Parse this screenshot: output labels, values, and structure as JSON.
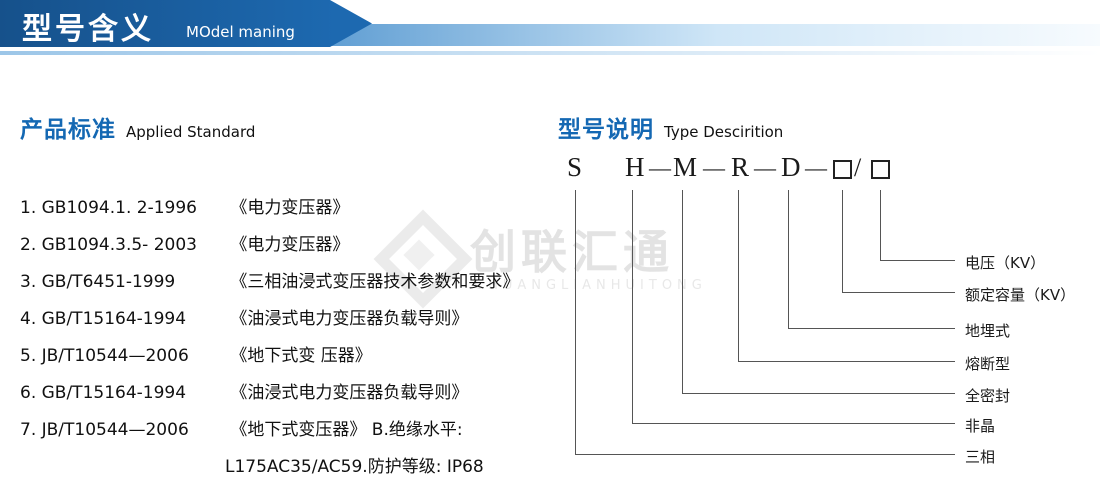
{
  "banner": {
    "title": "型号含义",
    "subtitle": "MOdel maning"
  },
  "watermark": {
    "name": "创联汇通",
    "caption": "CHUANGLIANHUITONG"
  },
  "standards": {
    "heading_zh": "产品标准",
    "heading_en": "Applied Standard",
    "items": [
      {
        "prefix": "1. GB1094.1. 2-1996",
        "title": "《电力变压器》"
      },
      {
        "prefix": "2. GB1094.3.5- 2003",
        "title": "《电力变压器》"
      },
      {
        "prefix": "3. GB/T6451-1999",
        "title": "《三相油浸式变压器技术参数和要求》"
      },
      {
        "prefix": "4. GB/T15164-1994",
        "title": "《油浸式电力变压器负载导则》"
      },
      {
        "prefix": "5. JB/T10544—2006",
        "title": "《地下式变 压器》"
      },
      {
        "prefix": "6. GB/T15164-1994",
        "title": "《油浸式电力变压器负载导则》"
      },
      {
        "prefix": "7. JB/T10544—2006",
        "title": "《地下式变压器》 B.绝缘水平:"
      }
    ],
    "continuation": "L175AC35/AC59.防护等级: IP68"
  },
  "model": {
    "heading_zh": "型号说明",
    "heading_en": "Type Descirition",
    "code": {
      "s": "S",
      "h": "H",
      "m": "M",
      "r": "R",
      "d": "D",
      "dash": "—",
      "slash": "/"
    },
    "labels": [
      "电压（KV）",
      "额定容量（KV）",
      "地埋式",
      "熔断型",
      "全密封",
      "非晶",
      "三相"
    ]
  }
}
